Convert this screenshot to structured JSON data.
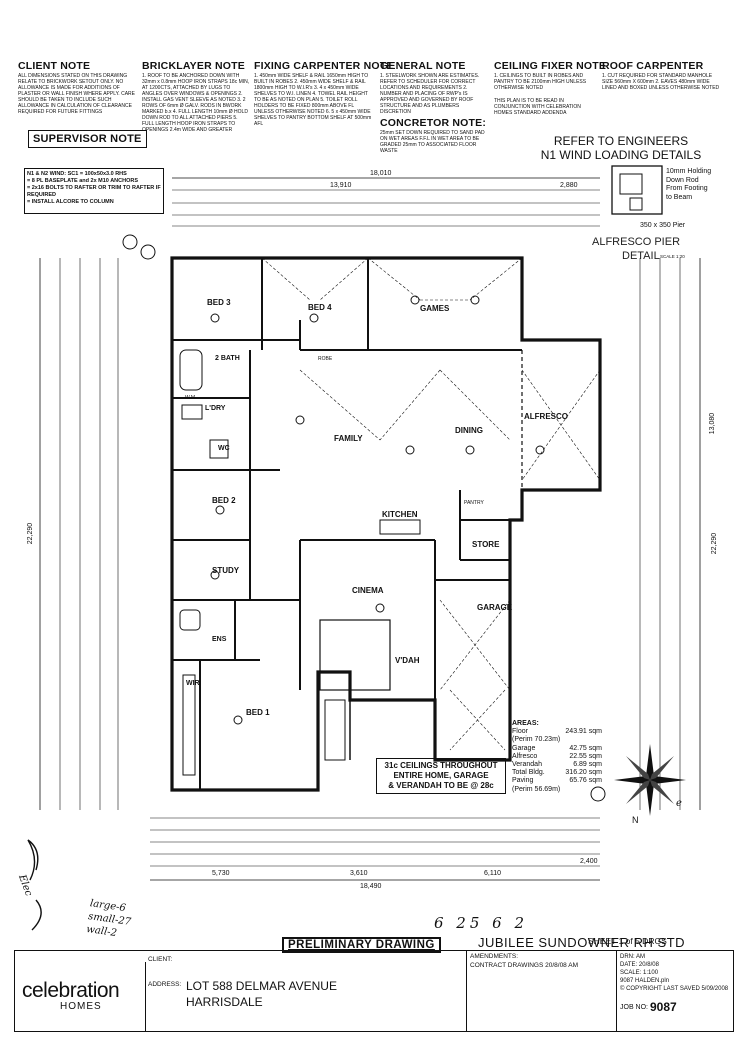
{
  "notes": {
    "client": {
      "title": "CLIENT NOTE",
      "body": "ALL DIMENSIONS STATED ON THIS DRAWING RELATE TO BRICKWORK SETOUT ONLY. NO ALLOWANCE IS MADE FOR ADDITIONS OF PLASTER OR WALL FINISH WHERE APPLY. CARE SHOULD BE TAKEN TO INCLUDE SUCH ALLOWANCE IN CALCULATION OF CLEARANCE REQUIRED FOR FUTURE FITTINGS"
    },
    "bricklayer": {
      "title": "BRICKLAYER NOTE",
      "body": "1. ROOF TO BE ANCHORED DOWN WITH 32mm x 0.8mm HOOP IRON STRAPS 18c MIN, AT 1200CTS, ATTACHED BY LUGS TO ANGLES OVER WINDOWS & OPENINGS 2. INSTALL GAS VENT SLEEVE AS NOTED 3. 2 ROWS OF 6mm Ø GALV. RODS IN BWORK MARKED b.x 4. FULL LENGTH 10mm Ø HOLD DOWN ROD TO ALL ATTACHED PIERS 5. FULL LENGTH HOOP IRON STRAPS TO OPENINGS 2.4m WIDE AND GREATER"
    },
    "fixing_carpenter": {
      "title": "FIXING CARPENTER NOTE",
      "body": "1. 450mm WIDE SHELF & RAIL 1650mm HIGH TO BUILT IN ROBES 2. 450mm WIDE SHELF & RAIL 1800mm HIGH TO W.I.R's 3. 4 x 450mm WIDE SHELVES TO W.I. LINEN 4. TOWEL RAIL HEIGHT TO BE AS NOTED ON PLAN 5. TOILET ROLL HOLDERS TO BE FIXED 800mm ABOVE FL UNLESS OTHERWISE NOTED 6. 5 x 450mm WIDE SHELVES TO PANTRY BOTTOM SHELF AT 500mm AFL"
    },
    "general": {
      "title": "GENERAL NOTE",
      "body": "1. STEELWORK SHOWN ARE ESTIMATES. REFER TO SCHEDULER FOR CORRECT LOCATIONS AND REQUIREMENTS 2. NUMBER AND PLACING OF RWP's IS APPROVED AND GOVERNED BY ROOF STRUCTURE AND AS PLUMBERS DISCRETION"
    },
    "concretor": {
      "title": "CONCRETOR NOTE:",
      "body": "25mm SET DOWN REQUIRED TO SAND PAD ON WET AREAS F.F.L IN WET AREA TO BE GRADED 25mm TO ASSOCIATED FLOOR WASTE"
    },
    "ceiling_fixer": {
      "title": "CEILING FIXER NOTE",
      "body": "1. CEILINGS TO BUILT IN ROBES AND PANTRY TO BE 2100mm HIGH UNLESS OTHERWISE NOTED"
    },
    "roof_carpenter": {
      "title": "ROOF CARPENTER",
      "body": "1. CUT REQUIRED FOR STANDARD MANHOLE SIZE 560mm X 600mm 2. EAVES 480mm WIDE LINED AND BOXED UNLESS OTHERWISE NOTED"
    },
    "plan_read": "THIS PLAN IS TO BE READ IN CONJUNCTION WITH CELEBRATION HOMES STANDARD ADDENDA",
    "supervisor": "SUPERVISOR NOTE",
    "engineers_1": "REFER TO ENGINEERS",
    "engineers_2": "N1 WIND LOADING DETAILS",
    "wind_1": "N1 & N2 WIND: SC1 = 100x50x3.0 RHS",
    "wind_2": "= 8 PL BASEPLATE and 2x M10 ANCHORS",
    "wind_3": "= 2x16 BOLTS TO RAFTER OR TRIM TO RAFTER IF REQUIRED",
    "wind_4": "= INSTALL ALCORE TO COLUMN"
  },
  "pier_detail": {
    "holding_1": "10mm Holding",
    "holding_2": "Down Rod",
    "holding_3": "From Footing",
    "holding_4": "to Beam",
    "pier": "350 x 350 Pier",
    "title_1": "ALFRESCO PIER",
    "title_2": "DETAIL",
    "scale": "SCALE 1:20"
  },
  "rooms": {
    "bed3": "BED 3",
    "bed4": "BED 4",
    "games": "GAMES",
    "bath": "2 BATH",
    "ldry": "L'DRY",
    "family": "FAMILY",
    "dining": "DINING",
    "alfresco": "ALFRESCO",
    "bed2": "BED 2",
    "kitchen": "KITCHEN",
    "store": "STORE",
    "study": "STUDY",
    "cinema": "CINEMA",
    "garage": "GARAGE",
    "ens": "ENS",
    "wir": "WIR",
    "vdah": "V'DAH",
    "bed1": "BED 1",
    "wc": "WC",
    "pantry": "PANTRY",
    "robe": "ROBE",
    "wm": "W.M."
  },
  "dims": {
    "top_total": "18,010",
    "top_2": "13,910",
    "top_3": "2,880",
    "right_total": "13,080",
    "left_total": "22,290",
    "right_total2": "22,290",
    "bottom_total": "18,490",
    "bottom_1": "5,730",
    "bottom_2": "3,610",
    "bottom_3": "6,110",
    "bottom_4": "2,400"
  },
  "areas": {
    "title": "AREAS:",
    "rows": [
      {
        "label": "Floor",
        "value": "243.91 sqm"
      },
      {
        "label": "(Perim 70.23m)",
        "value": ""
      },
      {
        "label": "Garage",
        "value": "42.75 sqm"
      },
      {
        "label": "Alfresco",
        "value": "22.55 sqm"
      },
      {
        "label": "Verandah",
        "value": "6.89 sqm"
      },
      {
        "label": "Total Bldg.",
        "value": "316.20 sqm"
      },
      {
        "label": "Paving",
        "value": "65.76 sqm"
      },
      {
        "label": "(Perim 56.69m)",
        "value": ""
      }
    ],
    "ceiling_1": "31c CEILINGS THROUGHOUT",
    "ceiling_2": "ENTIRE HOME, GARAGE",
    "ceiling_3": "& VERANDAH TO BE @ 28c"
  },
  "compass": {
    "n": "N",
    "e": "e"
  },
  "sheet": "SHEET 1 of 5 DRGS",
  "handwriting": {
    "nums": "6  25 6 2",
    "notes": [
      "large-6",
      "small-27",
      "wall-2"
    ],
    "margin": "Elec"
  },
  "title_block": {
    "preliminary": "PRELIMINARY DRAWING",
    "design": "JUBILEE SUNDOWNER RH STD",
    "client_label": "CLIENT:",
    "address_label": "ADDRESS:",
    "address_1": "LOT 588 DELMAR AVENUE",
    "address_2": "HARRISDALE",
    "amendments_label": "AMENDMENTS:",
    "amendment": "CONTRACT DRAWINGS 20/8/08 AM",
    "drn": "DRN: AM",
    "date": "DATE: 20/8/08",
    "scale": "SCALE: 1:100",
    "file": "9087 HALDEN.pln",
    "copyright": "© COPYRIGHT  LAST SAVED 5/09/2008",
    "job_label": "JOB NO:",
    "job_no": "9087",
    "logo_1": "celebration",
    "logo_2": "HOMES"
  }
}
